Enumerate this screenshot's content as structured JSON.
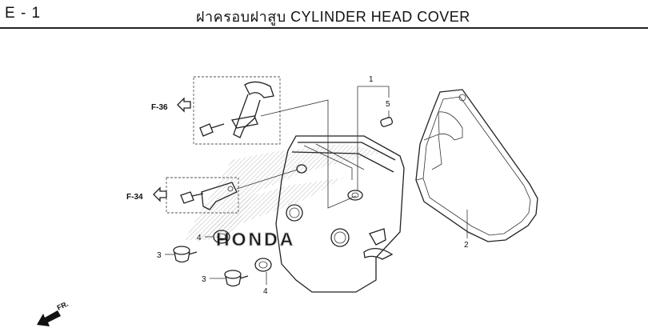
{
  "header": {
    "section": "E - 1",
    "title": "ฝาครอบฝาสูบ  CYLINDER HEAD COVER"
  },
  "callouts": {
    "part_1": "1",
    "part_2": "2",
    "part_3a": "3",
    "part_3b": "3",
    "part_4a": "4",
    "part_4b": "4",
    "part_5": "5"
  },
  "references": {
    "f36": "F-36",
    "f34": "F-34"
  },
  "direction": {
    "fr": "FR."
  },
  "watermark": "HONDA",
  "colors": {
    "line": "#222222",
    "watermark": "#bfbfbf"
  }
}
